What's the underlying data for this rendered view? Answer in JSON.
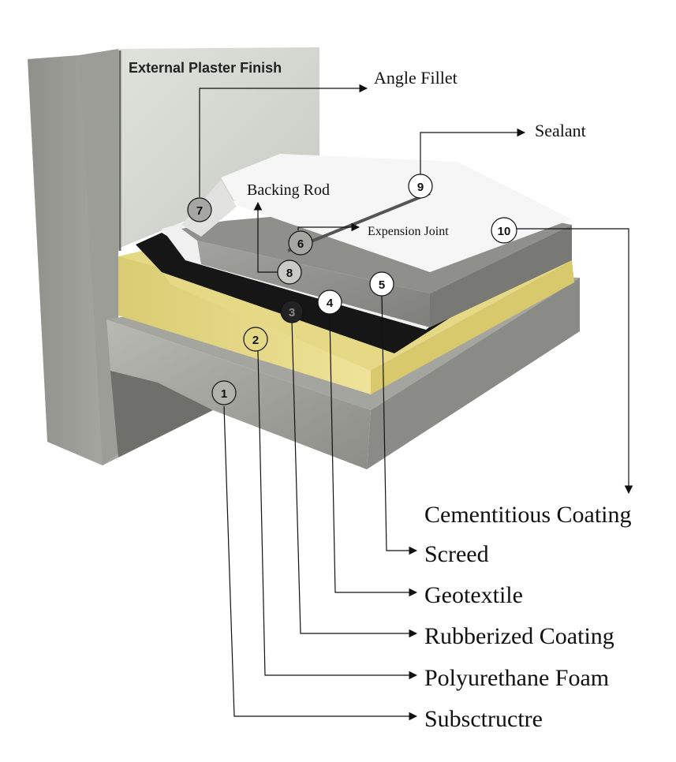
{
  "wall_label": "External Plaster Finish",
  "callouts": {
    "angle_fillet": "Angle Fillet",
    "sealant": "Sealant",
    "backing_rod": "Backing Rod",
    "expansion_joint": "Expension Joint"
  },
  "layers": [
    {
      "number": "1",
      "label": "Subsctructre"
    },
    {
      "number": "2",
      "label": "Polyurethane Foam"
    },
    {
      "number": "3",
      "label": "Rubberized Coating"
    },
    {
      "number": "4",
      "label": "Geotextile"
    },
    {
      "number": "5",
      "label": "Screed"
    }
  ],
  "markers": {
    "m6": "6",
    "m7": "7",
    "m8": "8",
    "m9": "9",
    "m10": "10"
  },
  "top_layer": {
    "number": "10",
    "label": "Cementitious Coating"
  },
  "colors": {
    "concrete": "#a6a6a0",
    "concrete_dark": "#7d7d78",
    "plaster": "#d8dad4",
    "foam": "#e8dc8a",
    "rubber": "#111111",
    "geotextile": "#f2f2f2",
    "screed": "#9a9a96",
    "coating": "#f7f7f7"
  }
}
